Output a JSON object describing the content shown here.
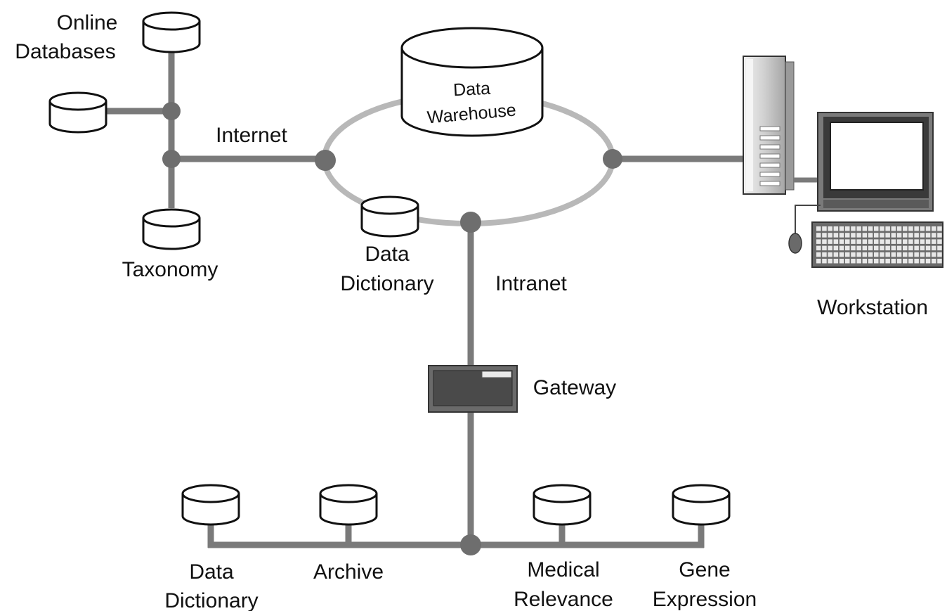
{
  "labels": {
    "online_databases": [
      "Online",
      "Databases"
    ],
    "internet": "Internet",
    "taxonomy": "Taxonomy",
    "data_warehouse": [
      "Data",
      "Warehouse"
    ],
    "data_dictionary_ring": [
      "Data",
      "Dictionary"
    ],
    "intranet": "Intranet",
    "workstation": "Workstation",
    "gateway": "Gateway",
    "data_dictionary_bottom": [
      "Data",
      "Dictionary"
    ],
    "archive": "Archive",
    "medical_relevance": [
      "Medical",
      "Relevance"
    ],
    "gene_expression": [
      "Gene",
      "Expression"
    ]
  },
  "colors": {
    "link": "#7a7a7a",
    "ring": "#b8b8b8",
    "node": "#6e6e6e",
    "gateway": "#4a4a4a"
  },
  "icons": {
    "database": "database-icon",
    "server": "server-tower-icon",
    "monitor": "monitor-icon",
    "keyboard": "keyboard-icon",
    "mouse": "mouse-icon",
    "gateway": "gateway-icon"
  }
}
